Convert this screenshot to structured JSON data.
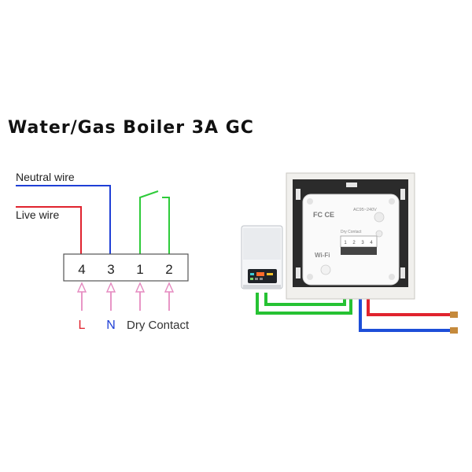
{
  "title": "Water/Gas Boiler 3A GC",
  "wiring": {
    "neutral_wire_label": "Neutral wire",
    "live_wire_label": "Live wire",
    "terminals": [
      "4",
      "3",
      "1",
      "2"
    ],
    "bottom_labels": {
      "l": "L",
      "n": "N",
      "dry": "Dry Contact"
    }
  },
  "device": {
    "fcc_text": "FC CE",
    "voltage_text": "AC95~240V",
    "dry_contact_text": "Dry Contact",
    "terminal_numbers": [
      "1",
      "2",
      "3",
      "4"
    ],
    "wifi_text": "Wi-Fi"
  },
  "colors": {
    "neutral": "#1f3fd6",
    "live": "#e0232e",
    "dry": "#2ecb3a",
    "arrow": "#e58ac0",
    "blue_label": "#1f3fd6",
    "red_label": "#e0232e"
  }
}
